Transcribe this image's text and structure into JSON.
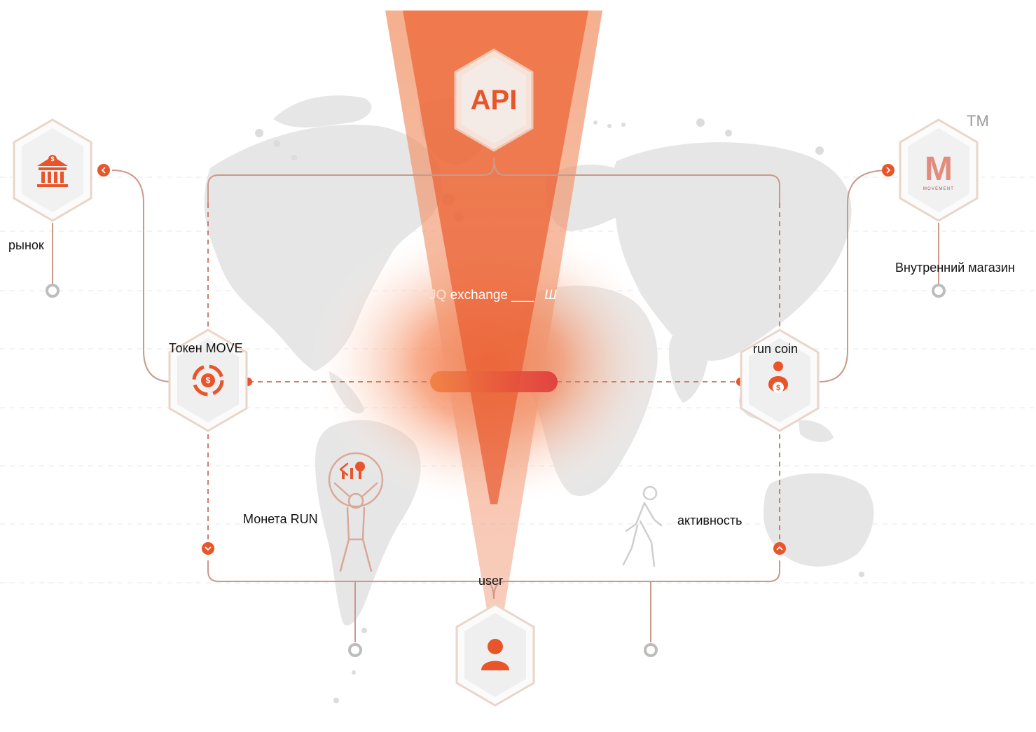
{
  "nodes": {
    "api": {
      "label": "API"
    },
    "market": {
      "label": "рынок",
      "icon": "bank-icon"
    },
    "store": {
      "label": "Внутренний магазин",
      "icon": "movement-logo",
      "logo_text": "MOVEMENT",
      "tm": "TM"
    },
    "move_token": {
      "label": "Токен MOVE",
      "icon": "coin-exchange-icon"
    },
    "run_coin": {
      "label": "run coin",
      "icon": "money-bag-icon"
    },
    "run_money": {
      "label": "Монета RUN",
      "icon": "person-growth-icon"
    },
    "activity": {
      "label": "активность",
      "icon": "walking-person-icon"
    },
    "user": {
      "label": "user",
      "icon": "user-icon"
    }
  },
  "exchange": {
    "prefix": "JQ",
    "label": "exchange",
    "blank": "___",
    "suffix": "Ш"
  },
  "colors": {
    "accent": "#e8552a",
    "accent_light": "#f7a27a",
    "line": "#c98e7a",
    "map": "#e4e4e4",
    "hex_border": "#e9c9bb"
  }
}
